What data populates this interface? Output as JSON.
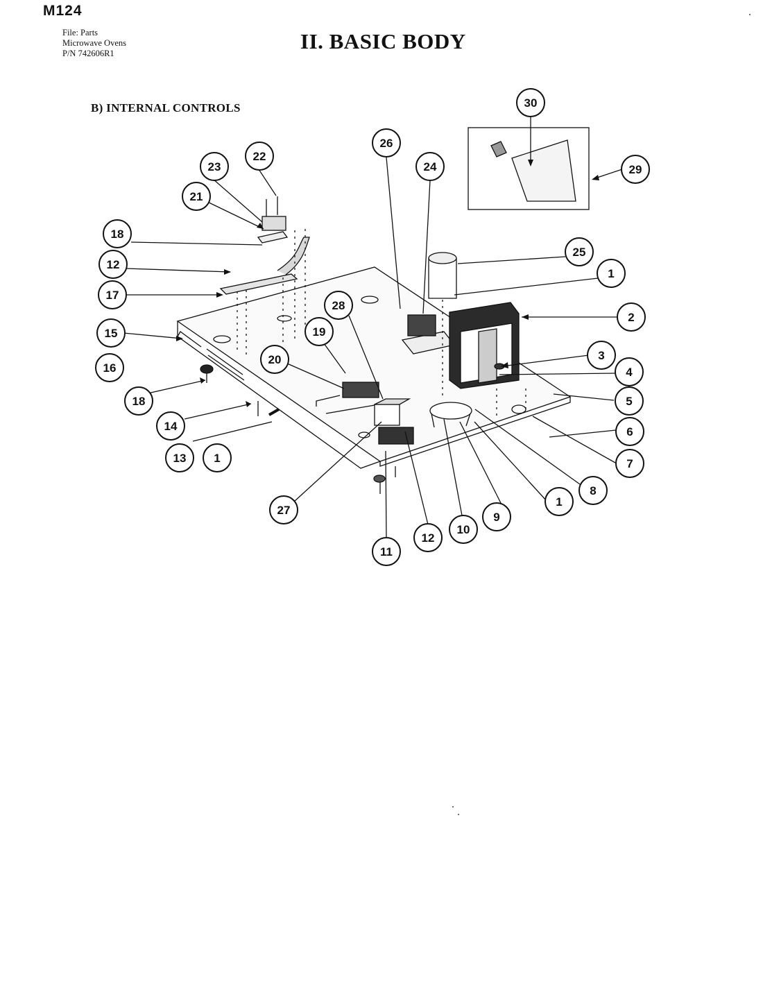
{
  "header": {
    "model": "M124",
    "file_lines": [
      "File: Parts",
      "Microwave Ovens",
      "P/N 742606R1"
    ],
    "title": "II. BASIC BODY",
    "section": "B) INTERNAL CONTROLS"
  },
  "callouts": [
    "30",
    "29",
    "22",
    "23",
    "21",
    "26",
    "24",
    "18",
    "25",
    "1",
    "12",
    "17",
    "2",
    "28",
    "15",
    "19",
    "3",
    "20",
    "16",
    "4",
    "5",
    "18",
    "14",
    "6",
    "13",
    "1",
    "7",
    "8",
    "1",
    "27",
    "9",
    "10",
    "12",
    "11"
  ]
}
